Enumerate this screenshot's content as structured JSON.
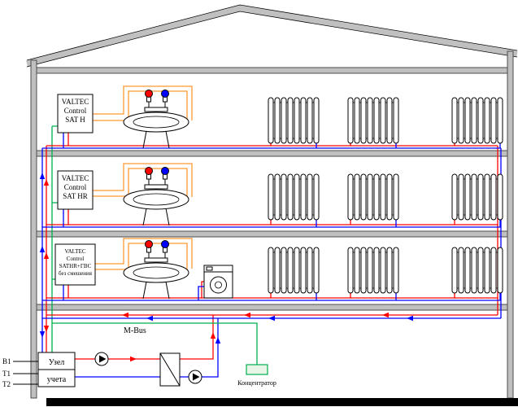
{
  "floors": [
    {
      "name": "floor-1",
      "controller_lines": [
        "VALTEC",
        "Control",
        "SAT H"
      ]
    },
    {
      "name": "floor-2",
      "controller_lines": [
        "VALTEC",
        "Control",
        "SAT HR"
      ]
    },
    {
      "name": "floor-3",
      "controller_lines": [
        "VALTEC",
        "Control",
        "SATHR+ГВС",
        "без смешения"
      ]
    }
  ],
  "basement": {
    "bus_label": "M-Bus",
    "meter_unit_lines": [
      "Узел",
      "учета"
    ],
    "concentrator_label": "Концентратор",
    "ports": [
      "В1",
      "Т1",
      "Т2"
    ]
  },
  "legend_colors": {
    "supply": "#ff0000",
    "return": "#0000ff",
    "bus": "#00b050",
    "dhw": "#ff9933",
    "wall_fill": "#c0c0c0",
    "wall_stroke": "#4d4d4d"
  }
}
